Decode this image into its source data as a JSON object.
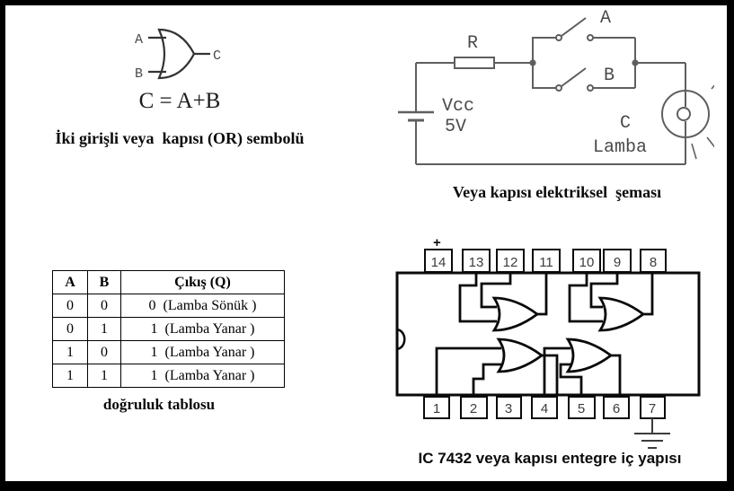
{
  "or_symbol_section": {
    "input_a": "A",
    "input_b": "B",
    "output_c": "C",
    "formula": "C = A+B",
    "caption": "İki girişli veya  kapısı (OR) sembolü"
  },
  "circuit_section": {
    "resistor_label": "R",
    "vcc_label": "Vcc",
    "voltage_label": "5V",
    "switch_a_label": "A",
    "switch_b_label": "B",
    "output_label": "C",
    "lamp_label": "Lamba",
    "caption": "Veya kapısı elektriksel  şeması"
  },
  "truth_table_section": {
    "headers": [
      "A",
      "B",
      "Çıkış (Q)"
    ],
    "rows": [
      [
        "0",
        "0",
        "0  (Lamba Sönük )"
      ],
      [
        "0",
        "1",
        "1  (Lamba Yanar )"
      ],
      [
        "1",
        "0",
        "1  (Lamba Yanar )"
      ],
      [
        "1",
        "1",
        "1  (Lamba Yanar )"
      ]
    ],
    "caption": "doğruluk tablosu"
  },
  "ic_section": {
    "plus_label": "+",
    "top_pins": [
      "14",
      "13",
      "12",
      "11",
      "10",
      "9",
      "8"
    ],
    "bottom_pins": [
      "1",
      "2",
      "3",
      "4",
      "5",
      "6",
      "7"
    ],
    "caption": "IC 7432 veya kapısı entegre iç yapısı"
  },
  "colors": {
    "circuit_line": "#5f5f5f",
    "ic_line": "#0a0a0a",
    "background": "#ffffff",
    "border": "#000000"
  }
}
